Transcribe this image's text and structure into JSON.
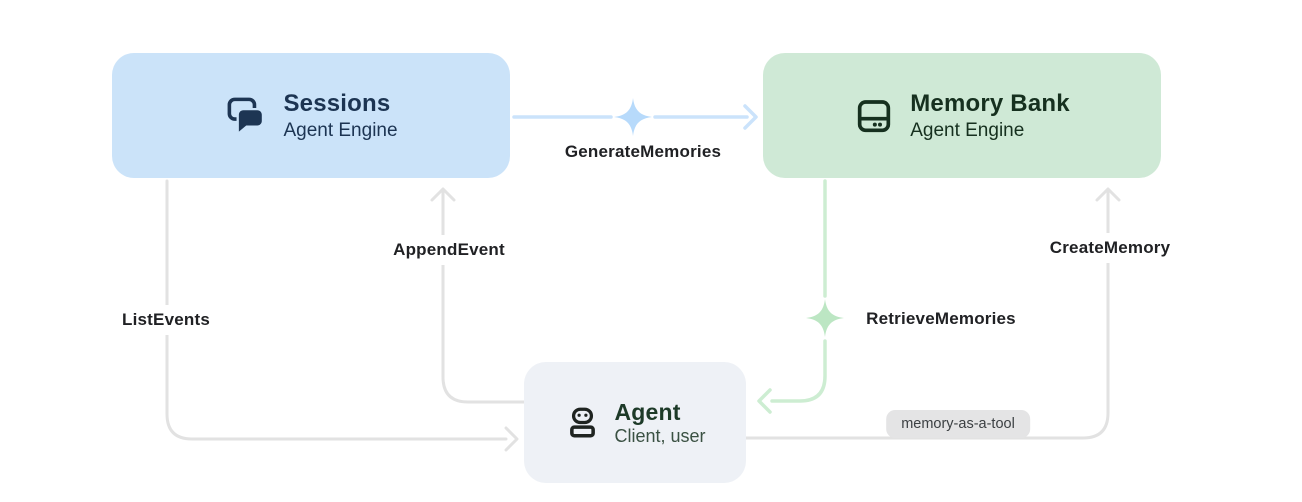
{
  "diagram": {
    "description": "Agent Engine sessions and memory architecture",
    "background": "#ffffff"
  },
  "nodes": {
    "sessions": {
      "title": "Sessions",
      "subtitle": "Agent Engine",
      "fill": "#cbe3f9",
      "text_color": "#1c3452",
      "icon": "chat-icon"
    },
    "memory_bank": {
      "title": "Memory Bank",
      "subtitle": "Agent Engine",
      "fill": "#cfe9d6",
      "text_color": "#16301f",
      "icon": "storage-icon"
    },
    "agent": {
      "title": "Agent",
      "subtitle": "Client, user",
      "fill": "#eef1f6",
      "text_color": "#1d3a28",
      "icon": "robot-icon"
    }
  },
  "edges": {
    "generate_memories": {
      "label": "GenerateMemories",
      "from": "Sessions",
      "to": "Memory Bank",
      "color": "#cbe3fb",
      "sparkle_color": "#b7dafb",
      "has_sparkle": true
    },
    "append_event": {
      "label": "AppendEvent",
      "from": "Agent",
      "to": "Sessions",
      "color": "#e2e2e2",
      "has_sparkle": false
    },
    "list_events": {
      "label": "ListEvents",
      "from": "Sessions",
      "to": "Agent",
      "color": "#e2e2e2",
      "has_sparkle": false
    },
    "retrieve_memories": {
      "label": "RetrieveMemories",
      "from": "Memory Bank",
      "to": "Agent",
      "color": "#cdedd2",
      "sparkle_color": "#bce6c3",
      "has_sparkle": true
    },
    "create_memory": {
      "label": "CreateMemory",
      "from": "Agent",
      "to": "Memory Bank",
      "color": "#e2e2e2",
      "has_sparkle": false,
      "badge_label": "memory-as-a-tool"
    }
  }
}
